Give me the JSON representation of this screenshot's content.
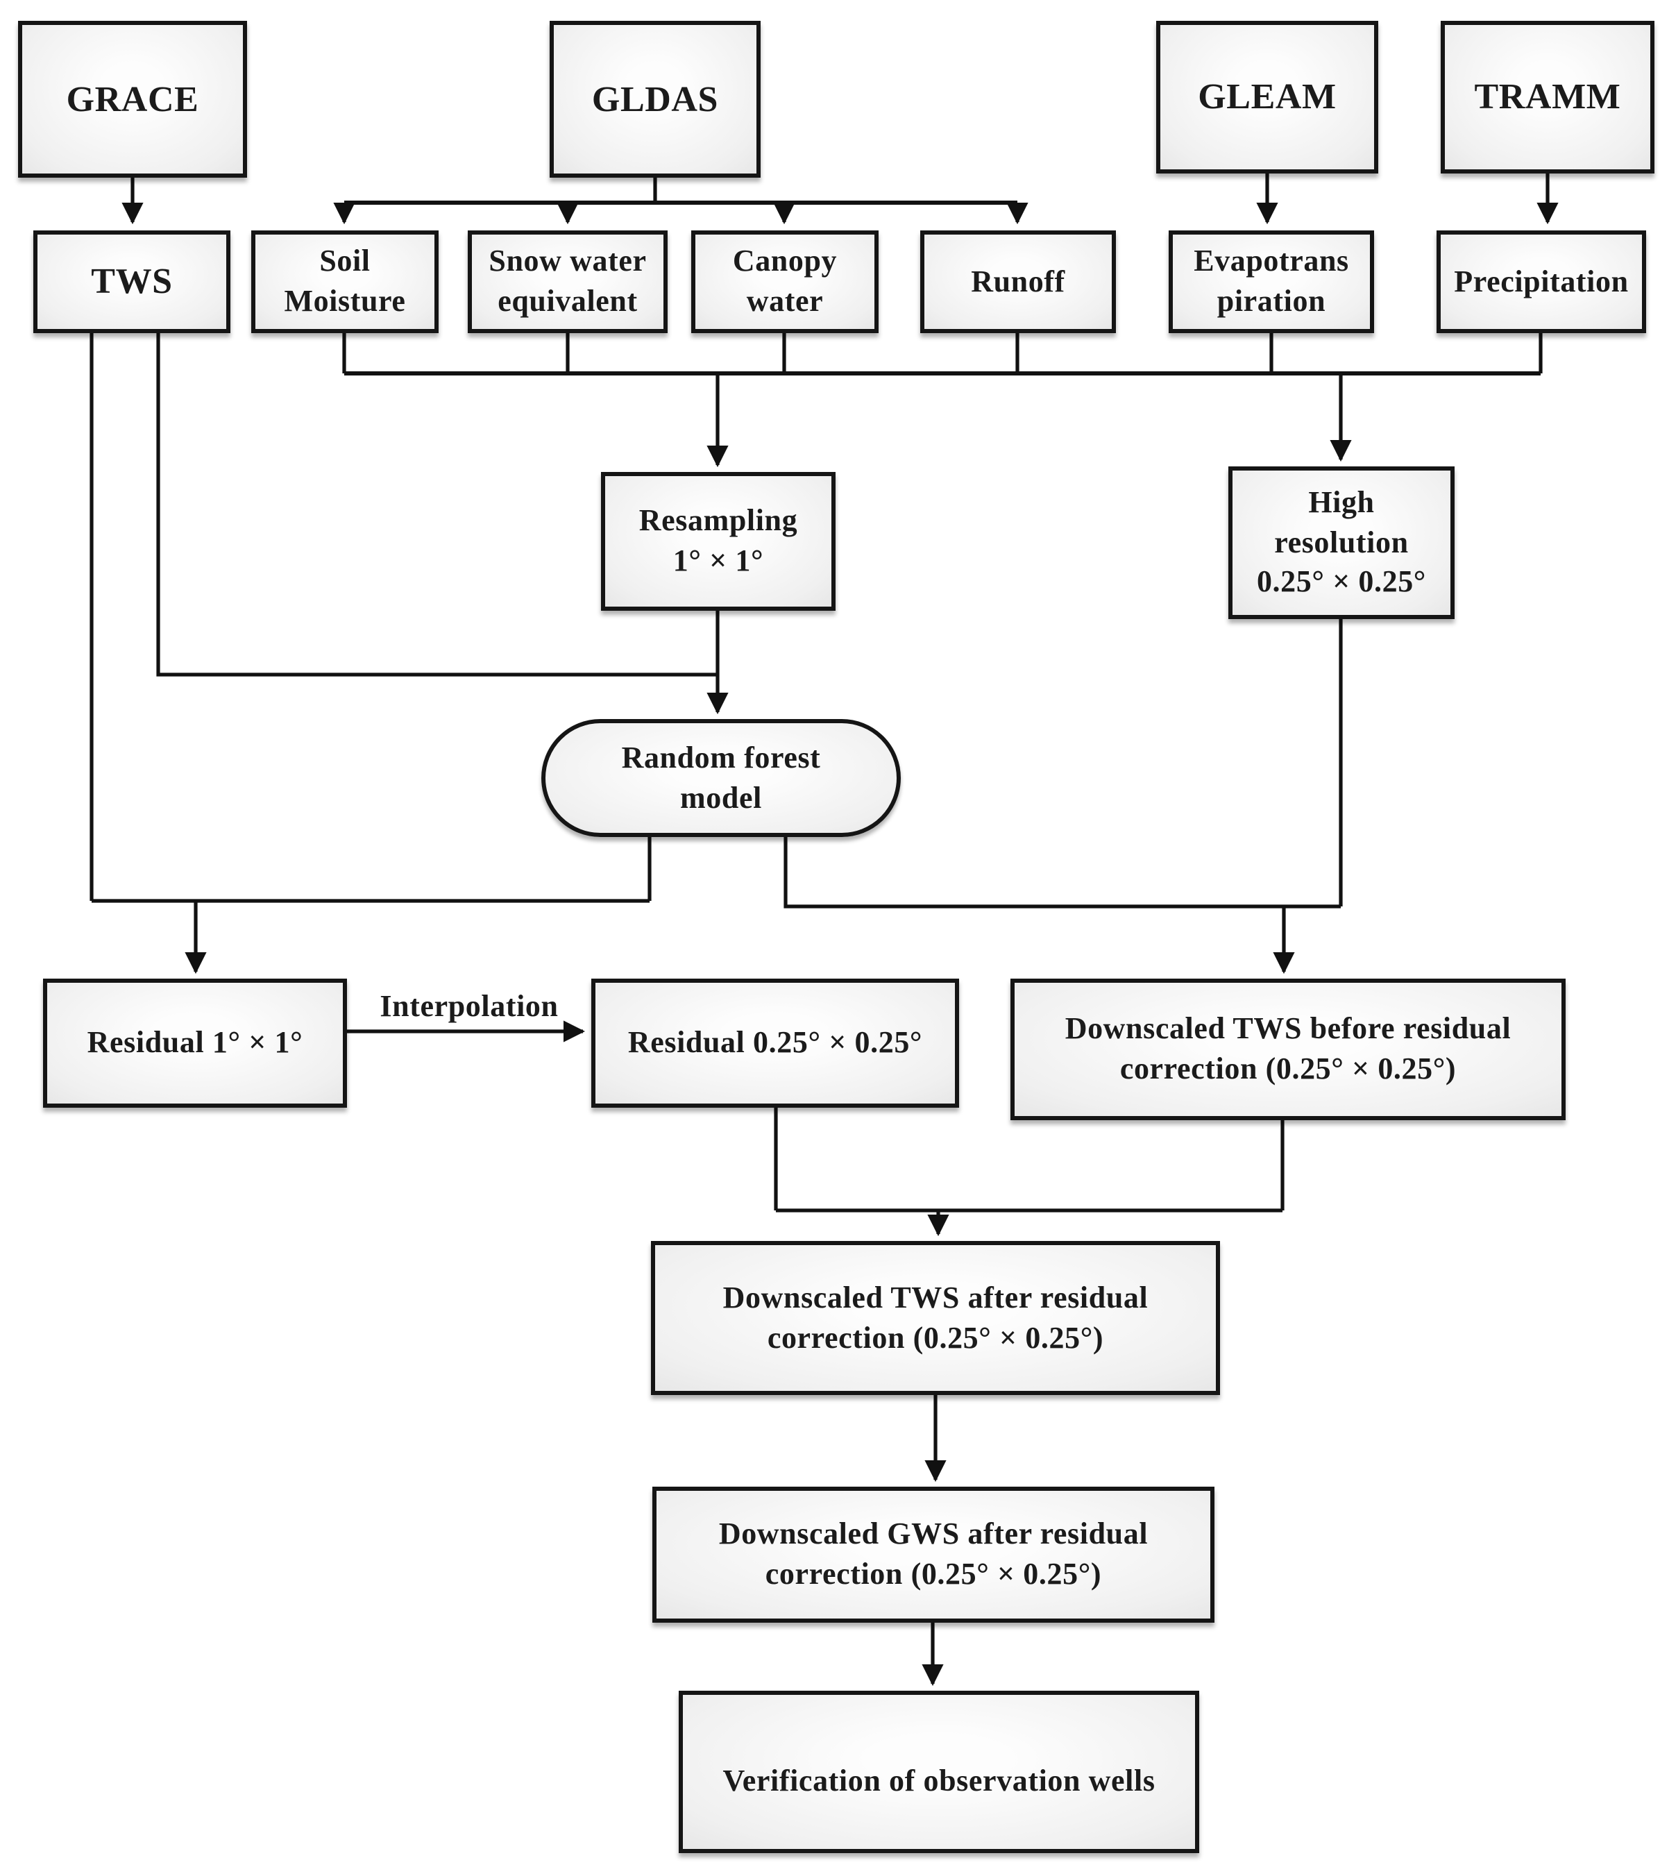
{
  "nodes": {
    "grace": {
      "label": "GRACE"
    },
    "gldas": {
      "label": "GLDAS"
    },
    "gleam": {
      "label": "GLEAM"
    },
    "tramm": {
      "label": "TRAMM"
    },
    "tws": {
      "label": "TWS"
    },
    "soil_moisture": {
      "label": "Soil\nMoisture"
    },
    "snow_water": {
      "label": "Snow water\nequivalent"
    },
    "canopy_water": {
      "label": "Canopy\nwater"
    },
    "runoff": {
      "label": "Runoff"
    },
    "evapotranspiration": {
      "label": "Evapotrans\npiration"
    },
    "precipitation": {
      "label": "Precipitation"
    },
    "resampling": {
      "label": "Resampling\n1° × 1°"
    },
    "high_resolution": {
      "label": "High\nresolution\n0.25° × 0.25°"
    },
    "random_forest": {
      "label": "Random forest\nmodel"
    },
    "residual_1deg": {
      "label": "Residual 1° × 1°"
    },
    "residual_025deg": {
      "label": "Residual 0.25° × 0.25°"
    },
    "downscaled_before": {
      "label": "Downscaled TWS before residual\ncorrection (0.25° × 0.25°)"
    },
    "downscaled_tws_after": {
      "label": "Downscaled TWS after residual\ncorrection (0.25° × 0.25°)"
    },
    "downscaled_gws_after": {
      "label": "Downscaled GWS after residual\ncorrection (0.25° × 0.25°)"
    },
    "verification": {
      "label": "Verification of observation wells"
    }
  },
  "edge_labels": {
    "interpolation": "Interpolation"
  },
  "edges": [
    {
      "from": [
        "grace"
      ],
      "to": [
        "tws"
      ]
    },
    {
      "from": [
        "gldas"
      ],
      "to": [
        "soil_moisture",
        "snow_water",
        "canopy_water",
        "runoff"
      ]
    },
    {
      "from": [
        "gleam"
      ],
      "to": [
        "evapotranspiration"
      ]
    },
    {
      "from": [
        "tramm"
      ],
      "to": [
        "precipitation"
      ]
    },
    {
      "from": [
        "soil_moisture",
        "snow_water",
        "canopy_water",
        "runoff",
        "evapotranspiration",
        "precipitation"
      ],
      "to": [
        "resampling",
        "high_resolution"
      ]
    },
    {
      "from": [
        "resampling",
        "tws"
      ],
      "to": [
        "random_forest"
      ]
    },
    {
      "from": [
        "random_forest",
        "tws"
      ],
      "to": [
        "residual_1deg"
      ]
    },
    {
      "from": [
        "random_forest",
        "high_resolution"
      ],
      "to": [
        "downscaled_before"
      ]
    },
    {
      "from": [
        "residual_1deg"
      ],
      "to": [
        "residual_025deg"
      ],
      "label": "Interpolation"
    },
    {
      "from": [
        "residual_025deg",
        "downscaled_before"
      ],
      "to": [
        "downscaled_tws_after"
      ]
    },
    {
      "from": [
        "downscaled_tws_after"
      ],
      "to": [
        "downscaled_gws_after"
      ]
    },
    {
      "from": [
        "downscaled_gws_after"
      ],
      "to": [
        "verification"
      ]
    }
  ],
  "colors": {
    "background": "#ffffff",
    "box_border": "#151515",
    "box_fill": "#f0f0f0",
    "line": "#111111",
    "text": "#1b1b1b"
  }
}
